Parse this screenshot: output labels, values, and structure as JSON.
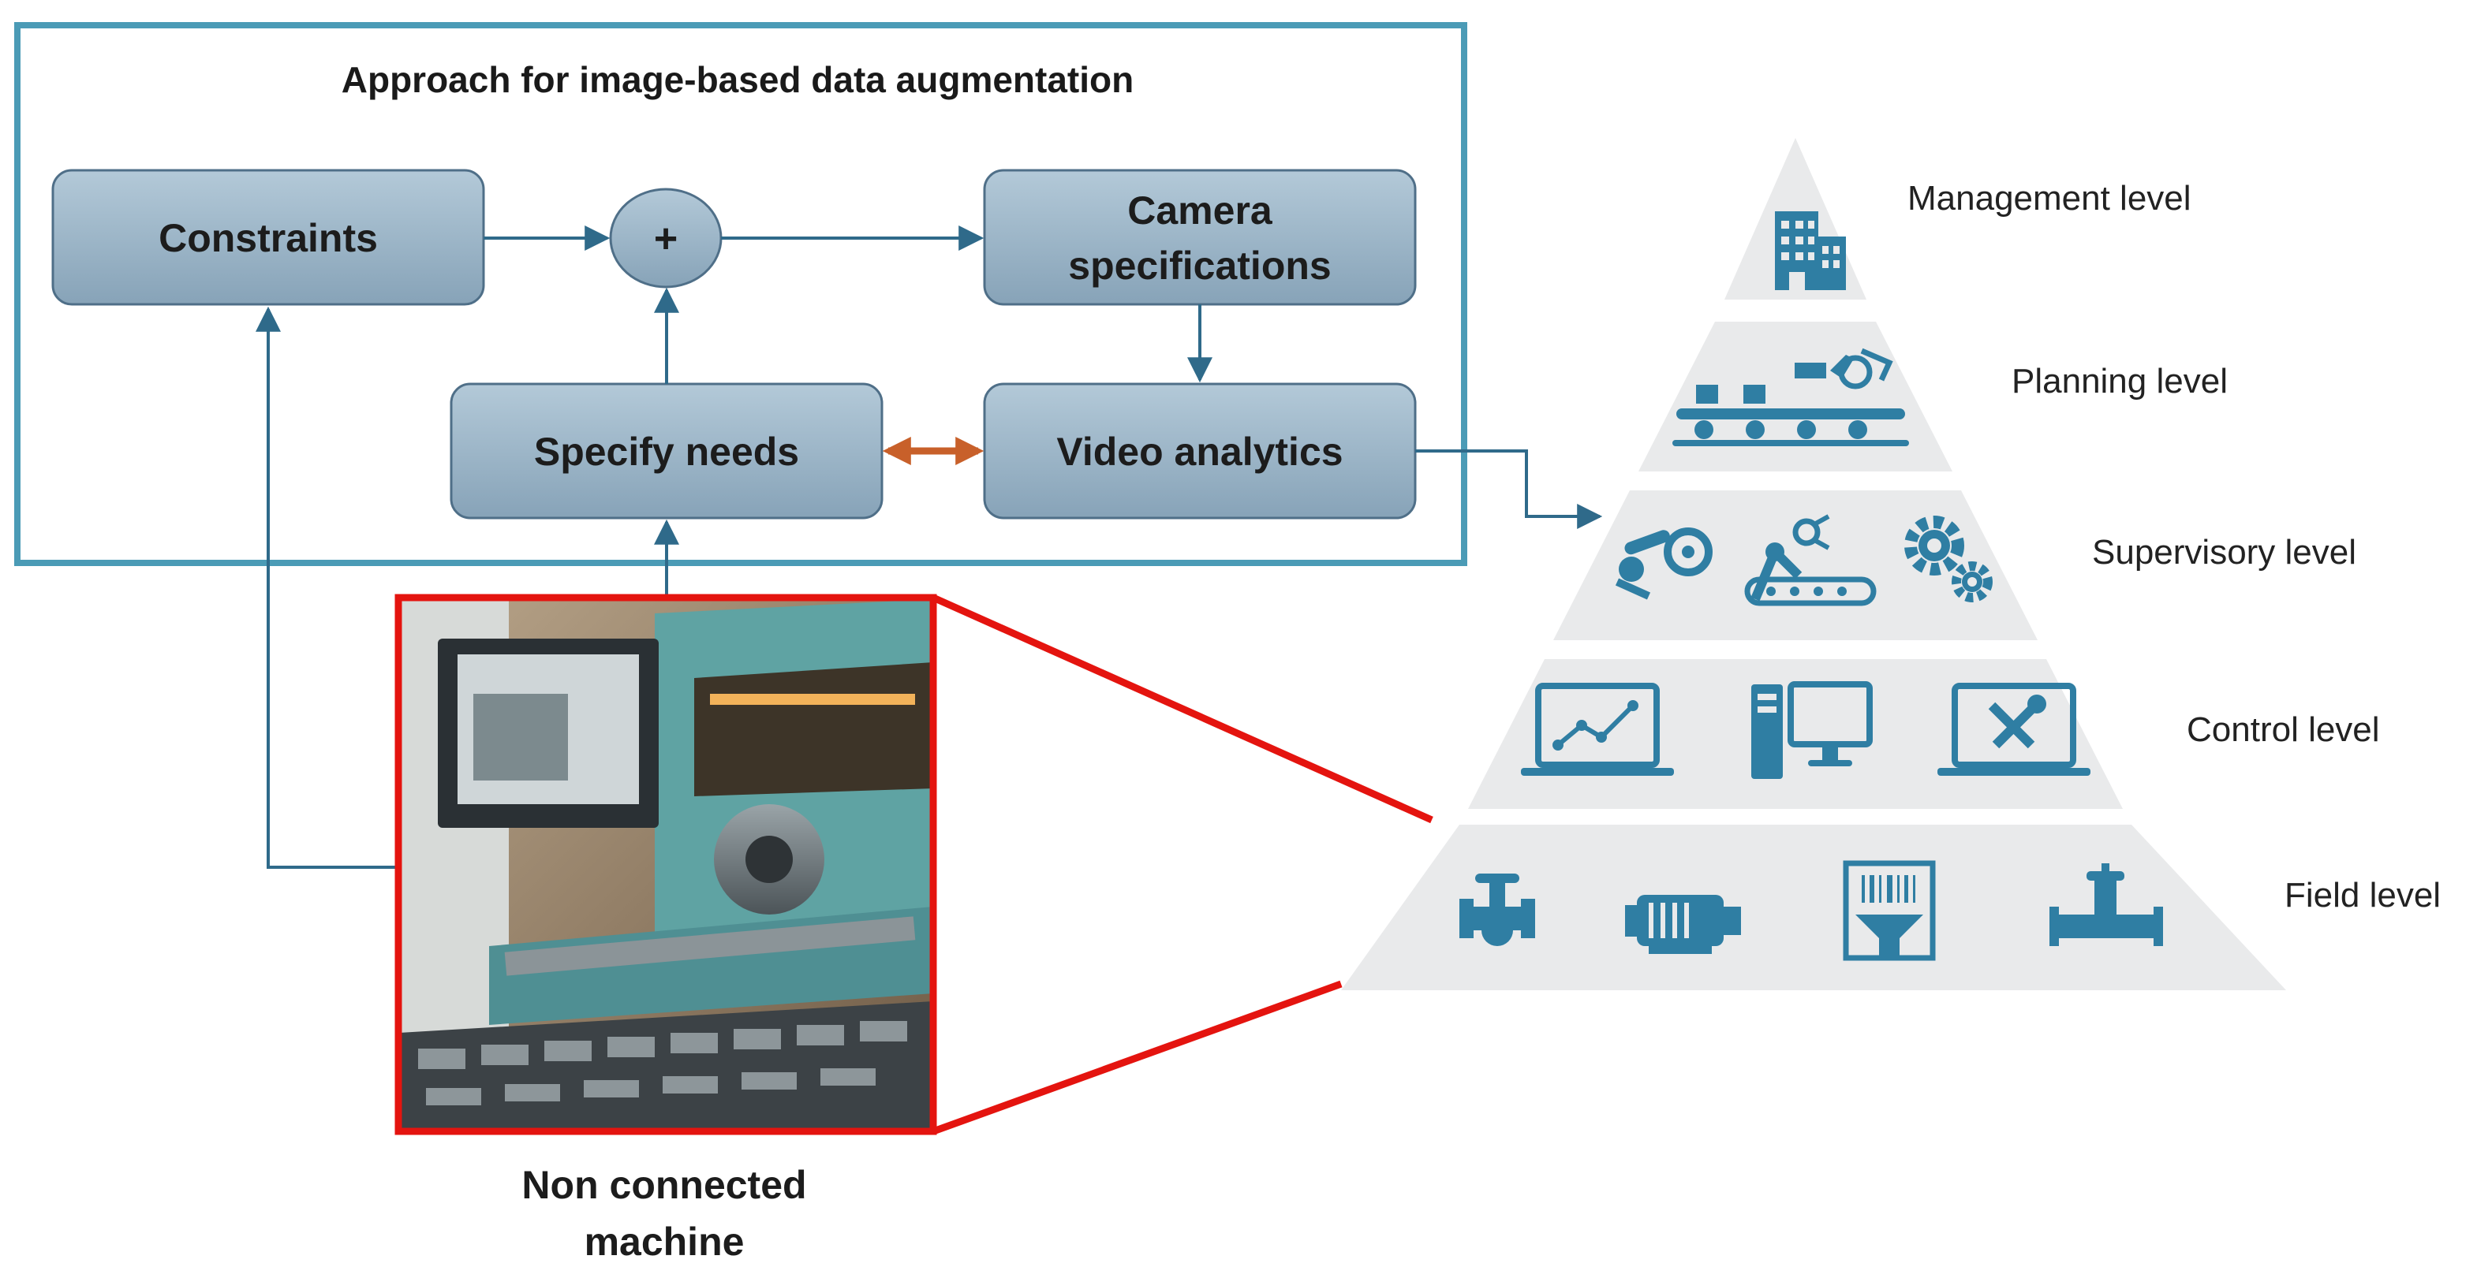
{
  "colors": {
    "frame": "#4b9bb6",
    "box_fill_top": "#a9c1d2",
    "box_fill_bottom": "#8aa6bb",
    "box_stroke": "#4f6f88",
    "arrow": "#2f6a8a",
    "double_arrow": "#c8602a",
    "photo_frame": "#e4140f",
    "pyramid_fill": "#e9eaeb",
    "icon": "#2f7ea3"
  },
  "approach": {
    "title": "Approach for image-based data augmentation",
    "constraints": "Constraints",
    "plus": "+",
    "camera_line1": "Camera",
    "camera_line2": "specifications",
    "specify_needs": "Specify needs",
    "video_analytics": "Video analytics"
  },
  "machine": {
    "caption_line1": "Non connected",
    "caption_line2": "machine"
  },
  "pyramid": {
    "levels": [
      {
        "label": "Management level",
        "icons": [
          "building-icon"
        ]
      },
      {
        "label": "Planning level",
        "icons": [
          "conveyor-robot-icon"
        ]
      },
      {
        "label": "Supervisory level",
        "icons": [
          "robot-arm-icon",
          "assembly-robot-icon",
          "gears-icon"
        ]
      },
      {
        "label": "Control level",
        "icons": [
          "laptop-chart-icon",
          "desktop-computer-icon",
          "laptop-tools-icon"
        ]
      },
      {
        "label": "Field level",
        "icons": [
          "valve-icon",
          "motor-icon",
          "filter-sensor-icon",
          "pipe-valve-icon"
        ]
      }
    ]
  }
}
